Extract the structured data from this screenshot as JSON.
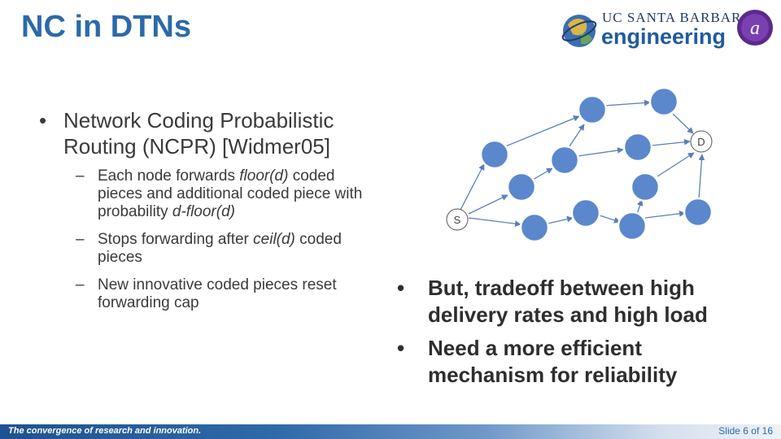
{
  "slide": {
    "title": "NC in DTNs",
    "logos": {
      "ucsb_top": "UC SANTA BARBARA",
      "ucsb_bottom": "engineering",
      "alcatel_letter": "a"
    },
    "left_bullet": "Network Coding Probabilistic Routing (NCPR) [Widmer05]",
    "sub_bullets": [
      {
        "p1": "Each node forwards ",
        "i1": "floor(d)",
        "p2": " coded pieces and additional coded piece with probability ",
        "i2": "d-floor(d)",
        "p3": ""
      },
      {
        "p1": "Stops forwarding after ",
        "i1": "ceil(d)",
        "p2": " coded pieces",
        "i2": "",
        "p3": ""
      },
      {
        "p1": "New innovative coded pieces reset forwarding cap",
        "i1": "",
        "p2": "",
        "i2": "",
        "p3": ""
      }
    ],
    "right_bullets": [
      "But, tradeoff between high delivery rates and high load",
      "Need a more efficient mechanism for reliability"
    ],
    "footer": {
      "tagline": "The convergence of research and innovation.",
      "slide_label": "Slide 6 of 16"
    },
    "graph": {
      "source_label": "S",
      "dest_label": "D",
      "node_color": "#5b87cc",
      "edge_color": "#5b7fb8"
    }
  }
}
